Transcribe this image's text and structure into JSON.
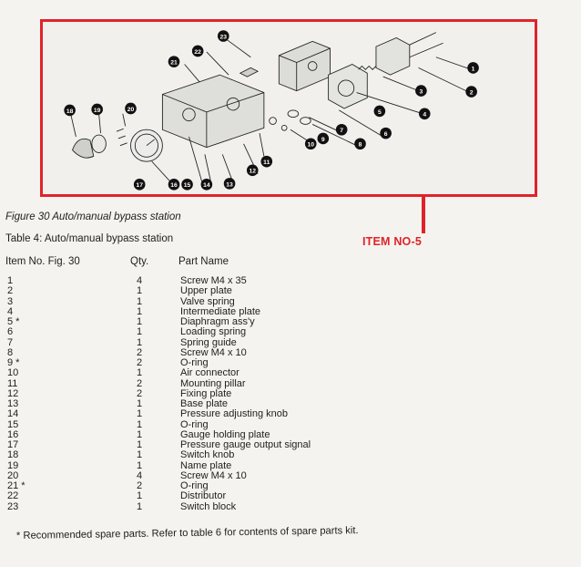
{
  "diagram": {
    "callouts": [
      "1",
      "2",
      "3",
      "4",
      "5",
      "6",
      "7",
      "8",
      "9",
      "10",
      "11",
      "12",
      "13",
      "14",
      "15",
      "16",
      "17",
      "18",
      "19",
      "20",
      "21",
      "22",
      "23"
    ]
  },
  "annotation": {
    "label": "ITEM NO-5",
    "color": "#e0232a"
  },
  "figure_caption": "Figure 30 Auto/manual bypass station",
  "table_title": "Table 4: Auto/manual bypass station",
  "headers": {
    "item": "Item No. Fig. 30",
    "qty": "Qty.",
    "part": "Part Name"
  },
  "rows": [
    {
      "item": "1",
      "qty": "4",
      "part": "Screw M4 x 35"
    },
    {
      "item": "2",
      "qty": "1",
      "part": "Upper plate"
    },
    {
      "item": "3",
      "qty": "1",
      "part": "Valve spring"
    },
    {
      "item": "4",
      "qty": "1",
      "part": "Intermediate plate"
    },
    {
      "item": "5 *",
      "qty": "1",
      "part": "Diaphragm ass'y"
    },
    {
      "item": "6",
      "qty": "1",
      "part": "Loading spring"
    },
    {
      "item": "7",
      "qty": "1",
      "part": "Spring guide"
    },
    {
      "item": "8",
      "qty": "2",
      "part": "Screw M4 x 10"
    },
    {
      "item": "9 *",
      "qty": "2",
      "part": "O-ring"
    },
    {
      "item": "10",
      "qty": "1",
      "part": "Air connector"
    },
    {
      "item": "11",
      "qty": "2",
      "part": "Mounting pillar"
    },
    {
      "item": "12",
      "qty": "2",
      "part": "Fixing plate"
    },
    {
      "item": "13",
      "qty": "1",
      "part": "Base plate"
    },
    {
      "item": "14",
      "qty": "1",
      "part": "Pressure adjusting knob"
    },
    {
      "item": "15",
      "qty": "1",
      "part": "O-ring"
    },
    {
      "item": "16",
      "qty": "1",
      "part": "Gauge holding plate"
    },
    {
      "item": "17",
      "qty": "1",
      "part": "Pressure gauge output signal"
    },
    {
      "item": "18",
      "qty": "1",
      "part": "Switch knob"
    },
    {
      "item": "19",
      "qty": "1",
      "part": "Name plate"
    },
    {
      "item": "20",
      "qty": "4",
      "part": "Screw M4 x 10"
    },
    {
      "item": "21 *",
      "qty": "2",
      "part": "O-ring"
    },
    {
      "item": "22",
      "qty": "1",
      "part": "Distributor"
    },
    {
      "item": "23",
      "qty": "1",
      "part": "Switch block"
    }
  ],
  "footnote": "* Recommended spare parts. Refer to table 6 for contents of spare parts kit."
}
